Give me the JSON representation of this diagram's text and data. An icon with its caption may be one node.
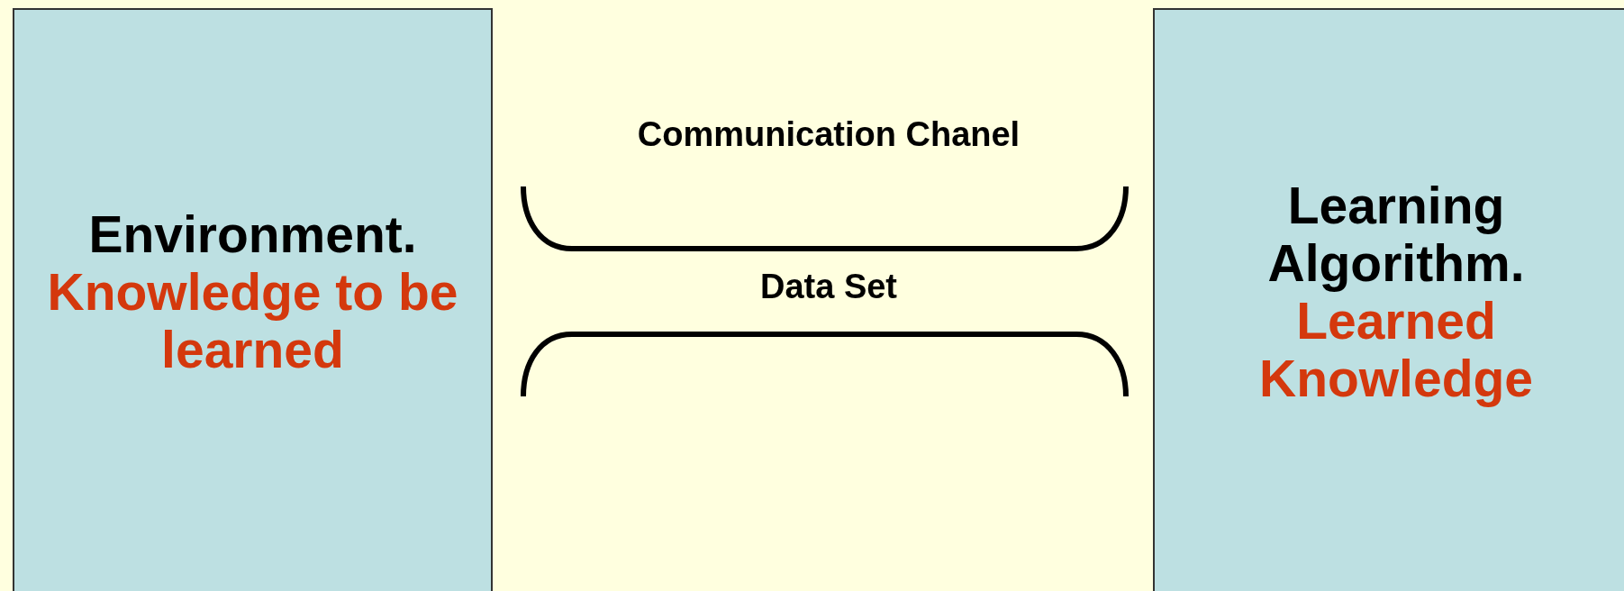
{
  "diagram": {
    "nodes": [
      {
        "text": [
          "Environment.",
          "Knowledge to be learned"
        ]
      },
      {
        "text": [
          "Learning Algorithm.",
          "Learned Knowledge"
        ]
      }
    ],
    "labels": [
      "Communication Chanel",
      "Data Set"
    ]
  }
}
